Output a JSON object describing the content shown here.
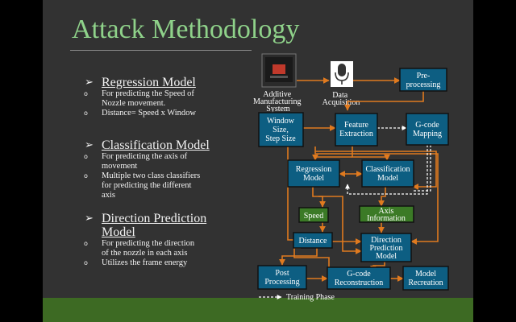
{
  "slide": {
    "title": "Attack Methodology",
    "sections": [
      {
        "heading": "Regression Model",
        "items": [
          [
            "For predicting the Speed of",
            "Nozzle movement."
          ],
          [
            "Distance= Speed x Window"
          ]
        ]
      },
      {
        "heading": "Classification Model",
        "items": [
          [
            "For predicting the axis of",
            "movement"
          ],
          [
            "Multiple two class classifiers",
            "for predicting the different",
            "axis"
          ]
        ]
      },
      {
        "heading": [
          "Direction Prediction",
          "Model"
        ],
        "items": [
          [
            "For predicting the direction",
            "of the nozzle in each axis"
          ],
          [
            "Utilizes the frame energy"
          ]
        ]
      }
    ]
  },
  "diagram": {
    "labels": {
      "additive": [
        "Additive",
        "Manufacturing",
        "System"
      ],
      "data_acq": [
        "Data",
        "Acquisition"
      ],
      "training": "Training Phase"
    },
    "boxes": {
      "preprocessing": [
        "Pre-",
        "processing"
      ],
      "window": [
        "Window",
        "Size,",
        "Step Size"
      ],
      "feature": [
        "Feature",
        "Extraction"
      ],
      "gcode_map": [
        "G-code",
        "Mapping"
      ],
      "regression": [
        "Regression",
        "Model"
      ],
      "classification": [
        "Classification",
        "Model"
      ],
      "speed": [
        "Speed"
      ],
      "axis": [
        "Axis",
        "Information"
      ],
      "distance": [
        "Distance"
      ],
      "direction": [
        "Direction",
        "Prediction",
        "Model"
      ],
      "post": [
        "Post",
        "Processing"
      ],
      "gcode_recon": [
        "G-code",
        "Reconstruction"
      ],
      "model_rec": [
        "Model",
        "Recreation"
      ]
    }
  },
  "colors": {
    "title": "#8fd28a",
    "blue_box": "#0d5e82",
    "green_box": "#3b7a26",
    "arrow": "#e07a1f",
    "footer": "#3d6a23"
  },
  "icons": {
    "bullet": "arrow-bullet-icon",
    "sub_bullet": "circle-bullet-icon",
    "printer": "3d-printer-icon",
    "mic": "microphone-icon"
  }
}
